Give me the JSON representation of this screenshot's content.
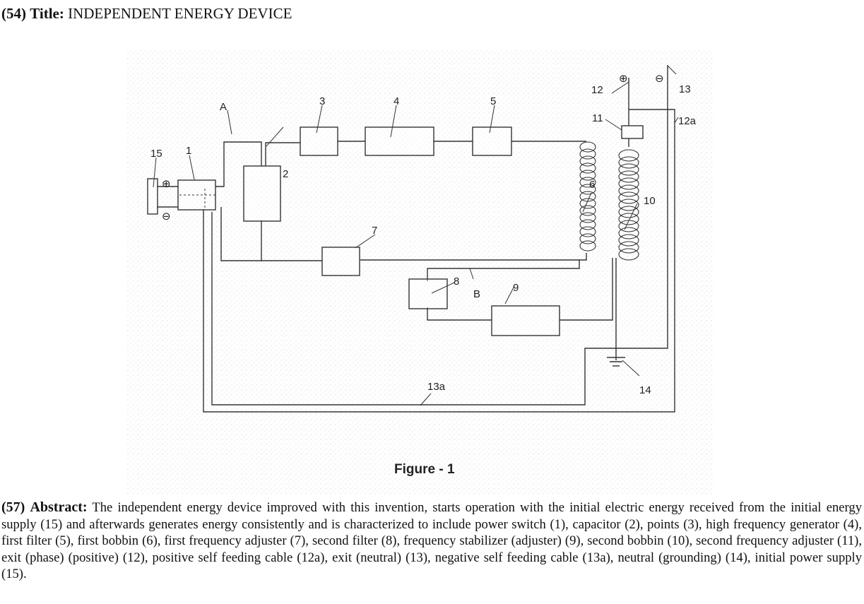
{
  "header": {
    "number": "(54)",
    "label": "Title:",
    "title": "INDEPENDENT ENERGY DEVICE"
  },
  "figure": {
    "caption": "Figure  - 1",
    "labels": {
      "l1": "1",
      "l2": "2",
      "l3": "3",
      "l4": "4",
      "l5": "5",
      "l6": "6",
      "l7": "7",
      "l8": "8",
      "l9": "9",
      "l10": "10",
      "l11": "11",
      "l12": "12",
      "l12a": "12a",
      "l13": "13",
      "l13a": "13a",
      "l14": "14",
      "l15": "15",
      "lA": "A",
      "lB": "B"
    },
    "symbols": {
      "plus": "⊕",
      "minus": "⊖"
    }
  },
  "abstract": {
    "number": "(57)",
    "label": "Abstract:",
    "text": "The independent energy device improved with this invention, starts operation with the initial electric energy received from the initial energy supply (15) and afterwards generates energy consistently and is characterized to include power switch (1), capacitor (2), points (3), high frequency generator (4), first filter (5), first bobbin (6), first frequency adjuster (7), second filter (8), frequency stabilizer (adjuster) (9), second bobbin (10), second frequency adjuster (11), exit (phase) (positive) (12), positive self feeding cable (12a), exit (neutral) (13), negative self feeding cable (13a), neutral (grounding) (14), initial power supply (15)."
  }
}
